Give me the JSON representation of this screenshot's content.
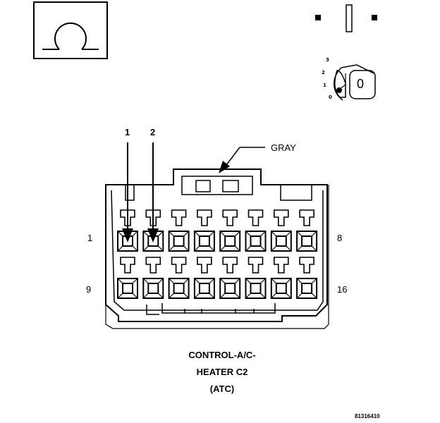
{
  "callouts": {
    "wire_1": "1",
    "wire_2": "2",
    "color": "GRAY"
  },
  "pin_labels": {
    "top_left": "1",
    "top_right": "8",
    "bottom_left": "9",
    "bottom_right": "16"
  },
  "title": {
    "line1": "CONTROL-A/C-",
    "line2": "HEATER C2",
    "line3": "(ATC)"
  },
  "legend": {
    "ignition_positions": [
      "3",
      "2",
      "1",
      "0"
    ],
    "key_position": "0",
    "icon": "omega-ground-icon"
  },
  "figure_id": "81316410",
  "connector": {
    "cavity_count": 16,
    "rows": 2,
    "columns": 8,
    "color": "GRAY"
  },
  "colors": {
    "ink": "#000000",
    "paper": "#ffffff"
  }
}
